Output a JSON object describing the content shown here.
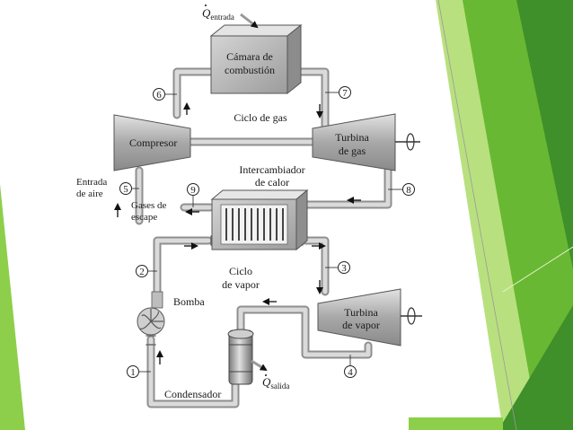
{
  "theme": {
    "accent_dark": "#3f8f2a",
    "accent_mid": "#69b833",
    "accent_light": "#8dcf4a",
    "accent_pale": "#b9e07f",
    "pipe": "#b9b9b9",
    "component": "#a9a9a9"
  },
  "diagram": {
    "heat_in": {
      "symbol": "Q",
      "subscript": "entrada"
    },
    "heat_out": {
      "symbol": "Q",
      "subscript": "salida"
    },
    "combustion_chamber": {
      "line1": "Cámara de",
      "line2": "combustión"
    },
    "gas_cycle": "Ciclo de gas",
    "compressor": "Compresor",
    "gas_turbine": {
      "line1": "Turbina",
      "line2": "de gas"
    },
    "air_inlet": {
      "line1": "Entrada",
      "line2": "de aire"
    },
    "exhaust": {
      "line1": "Gases de",
      "line2": "escape"
    },
    "heat_exchanger": {
      "line1": "Intercambiador",
      "line2": "de calor"
    },
    "steam_cycle": {
      "line1": "Ciclo",
      "line2": "de vapor"
    },
    "pump": "Bomba",
    "steam_turbine": {
      "line1": "Turbina",
      "line2": "de vapor"
    },
    "condenser": "Condensador",
    "states": [
      "1",
      "2",
      "3",
      "4",
      "5",
      "6",
      "7",
      "8",
      "9"
    ]
  }
}
